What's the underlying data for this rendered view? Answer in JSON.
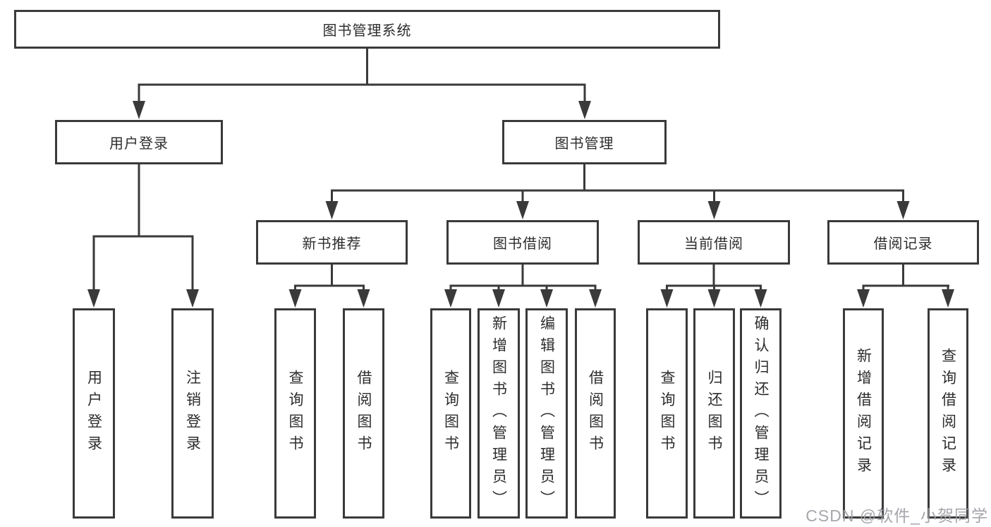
{
  "nodes": {
    "root": "图书管理系统",
    "user_login": "用户登录",
    "book_mgmt": "图书管理",
    "new_book_rec": "新书推荐",
    "book_borrow": "图书借阅",
    "current_borrow": "当前借阅",
    "borrow_record": "借阅记录",
    "leaf_user_login": "用户登录",
    "leaf_logout": "注销登录",
    "leaf_rec_query": "查询图书",
    "leaf_rec_borrow": "借阅图书",
    "leaf_bb_query": "查询图书",
    "leaf_bb_add": "新增图书（管理员）",
    "leaf_bb_edit": "编辑图书（管理员）",
    "leaf_bb_borrow": "借阅图书",
    "leaf_cb_query": "查询图书",
    "leaf_cb_return": "归还图书",
    "leaf_cb_confirm": "确认归还（管理员）",
    "leaf_br_add": "新增借阅记录",
    "leaf_br_query": "查询借阅记录"
  },
  "hierarchy": {
    "图书管理系统": [
      "用户登录",
      "图书管理"
    ],
    "用户登录": [
      "用户登录",
      "注销登录"
    ],
    "图书管理": [
      "新书推荐",
      "图书借阅",
      "当前借阅",
      "借阅记录"
    ],
    "新书推荐": [
      "查询图书",
      "借阅图书"
    ],
    "图书借阅": [
      "查询图书",
      "新增图书（管理员）",
      "编辑图书（管理员）",
      "借阅图书"
    ],
    "当前借阅": [
      "查询图书",
      "归还图书",
      "确认归还（管理员）"
    ],
    "借阅记录": [
      "新增借阅记录",
      "查询借阅记录"
    ]
  },
  "watermark": {
    "text": "CSDN @软件_小贺同学"
  },
  "colors": {
    "line": "#3a3a3a",
    "box_border": "#3a3a3a",
    "text": "#2d2d2d",
    "watermark": "#9e9ea5",
    "background": "#ffffff"
  }
}
